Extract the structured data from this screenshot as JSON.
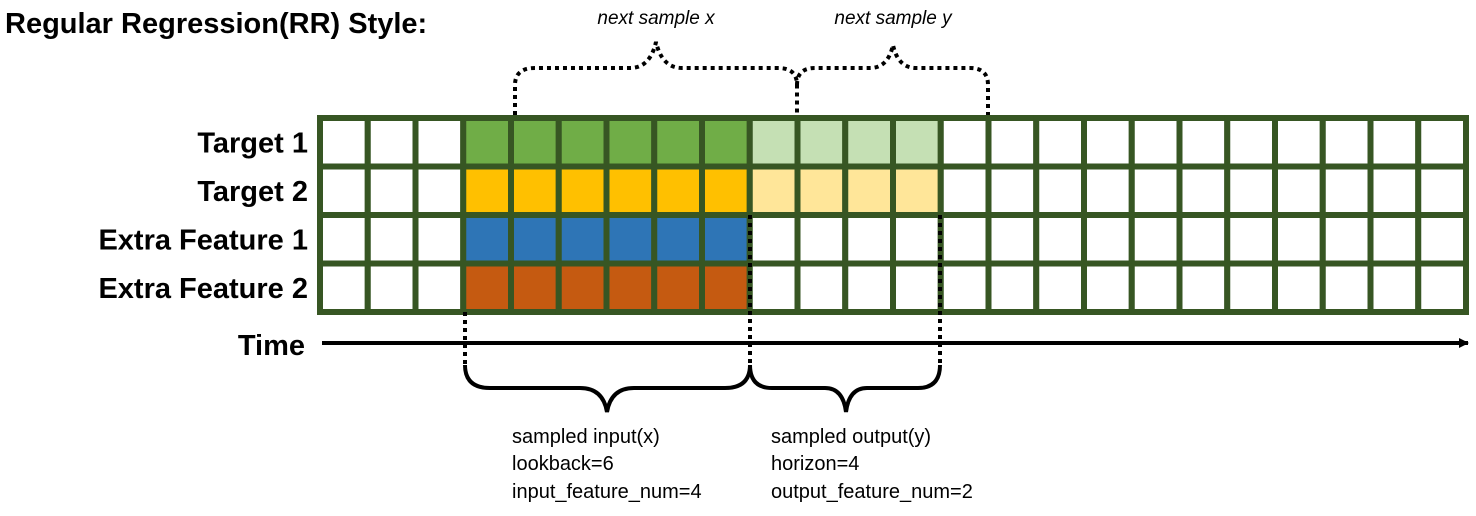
{
  "title": "Regular Regression(RR) Style:",
  "rows": [
    {
      "label": "Target 1",
      "input_color": "#70AD47",
      "output_color": "#C5E0B4"
    },
    {
      "label": "Target 2",
      "input_color": "#FFC000",
      "output_color": "#FFE699"
    },
    {
      "label": "Extra Feature 1",
      "input_color": "#2E75B6",
      "output_color": null
    },
    {
      "label": "Extra Feature 2",
      "input_color": "#C55A11",
      "output_color": null
    }
  ],
  "grid": {
    "columns": 24,
    "offset": 3,
    "lookback": 6,
    "horizon": 4,
    "line_color": "#375623"
  },
  "time_label": "Time",
  "next_sample_x": "next sample x",
  "next_sample_y": "next sample y",
  "input_notes": [
    "sampled input(x)",
    "lookback=6",
    "input_feature_num=4"
  ],
  "output_notes": [
    "sampled output(y)",
    "horizon=4",
    "output_feature_num=2"
  ]
}
